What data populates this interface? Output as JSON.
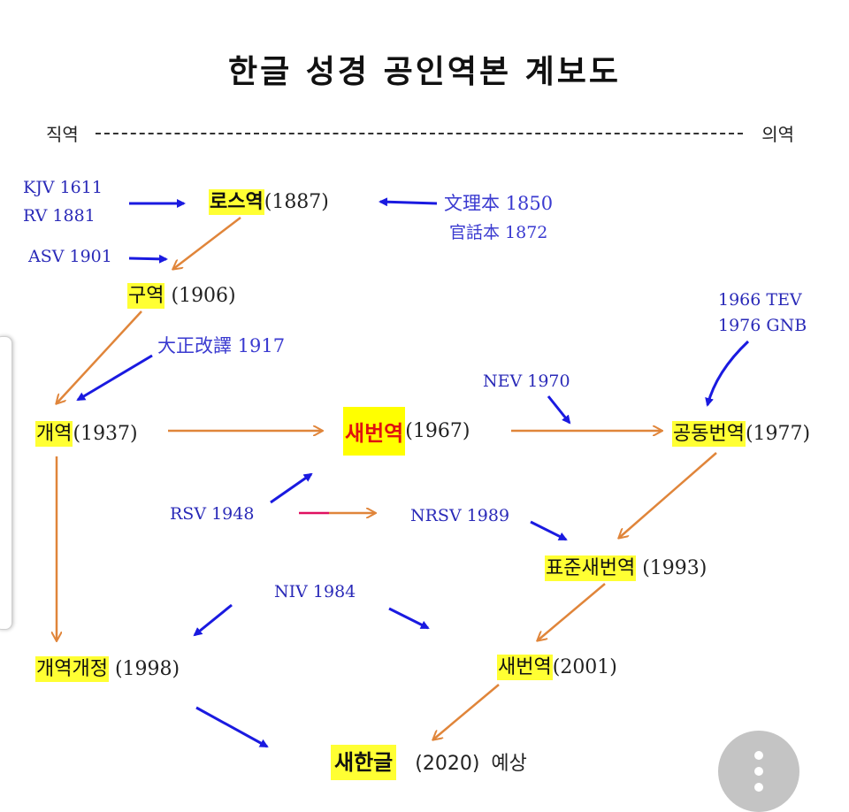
{
  "title": "한글 성경 공인역본 계보도",
  "axis": {
    "left": "직역",
    "right": "의역"
  },
  "nodes": {
    "ross": {
      "name": "로스역",
      "year": "(1887)"
    },
    "old": {
      "name": "구역",
      "year": "(1906)"
    },
    "revised": {
      "name": "개역",
      "year": "(1937)"
    },
    "new": {
      "name": "새번역",
      "year": "(1967)"
    },
    "common": {
      "name": "공동번역",
      "year": "(1977)"
    },
    "standard": {
      "name": "표준새번역",
      "year": " (1993)"
    },
    "revised2": {
      "name": "개역개정",
      "year": " (1998)"
    },
    "new2": {
      "name": "새번역",
      "year": "(2001)"
    },
    "newhangul": {
      "name": "새한글",
      "year": "(2020)",
      "note": "예상"
    }
  },
  "sources": {
    "kjv": "KJV 1611",
    "rv": "RV 1881",
    "asv": "ASV 1901",
    "wenli": "文理本 1850",
    "mandarin": "官話本 1872",
    "taisho": "大正改譯 1917",
    "tev": "1966 TEV",
    "gnb": "1976 GNB",
    "nev": "NEV 1970",
    "rsv": "RSV 1948",
    "nrsv": "NRSV 1989",
    "niv": "NIV 1984"
  },
  "colors": {
    "highlight": "#ffff00",
    "source_arrow": "#1a1ae0",
    "lineage_arrow": "#e0853a",
    "source_text": "#2a2ab8",
    "accent_text": "#e01010"
  }
}
